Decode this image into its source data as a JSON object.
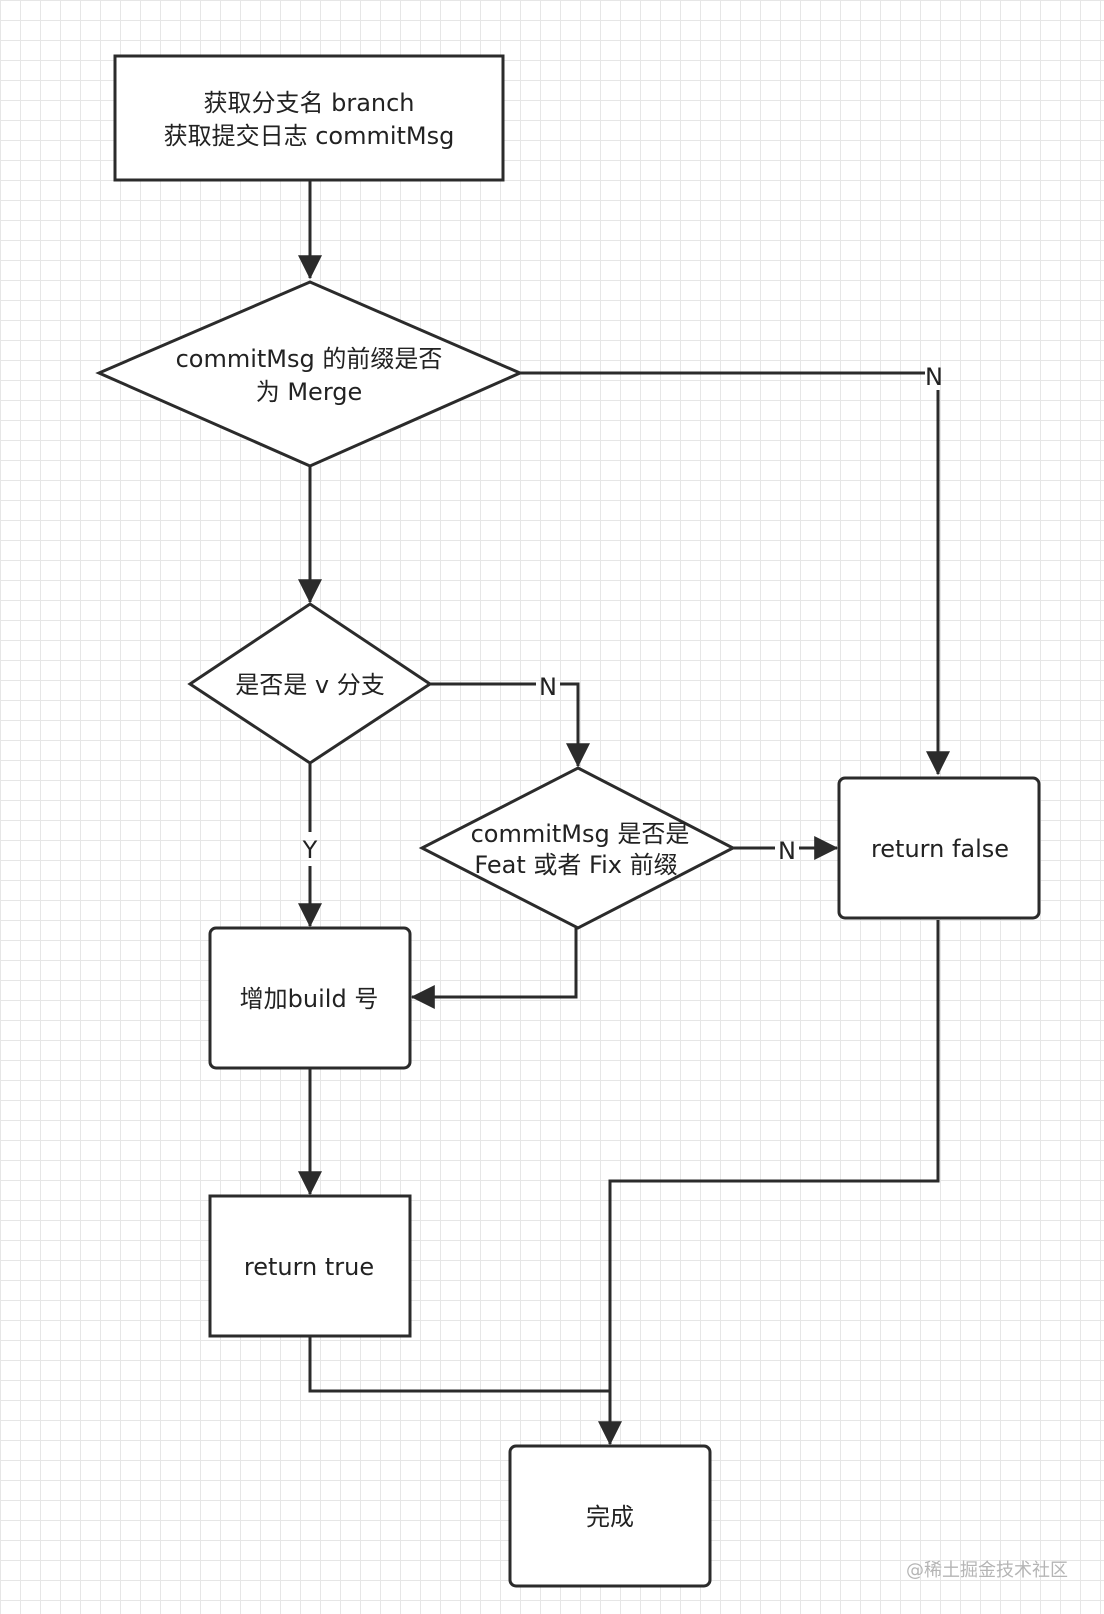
{
  "nodes": {
    "get_info": {
      "line1": "获取分支名 branch",
      "line2": "获取提交日志 commitMsg"
    },
    "check_merge": {
      "line1": "commitMsg 的前缀是否",
      "line2": "为 Merge"
    },
    "check_v_branch": {
      "text": "是否是 v 分支"
    },
    "check_feat_fix": {
      "line1": "commitMsg 是否是",
      "line2": "Feat 或者 Fix 前缀"
    },
    "return_false": {
      "text": "return false"
    },
    "increment_build": {
      "text": "增加build 号"
    },
    "return_true": {
      "text": "return true"
    },
    "done": {
      "text": "完成"
    }
  },
  "edge_labels": {
    "merge_no": "N",
    "v_branch_no": "N",
    "v_branch_yes": "Y",
    "feat_fix_no": "N"
  },
  "watermark": "@稀土掘金技术社区"
}
